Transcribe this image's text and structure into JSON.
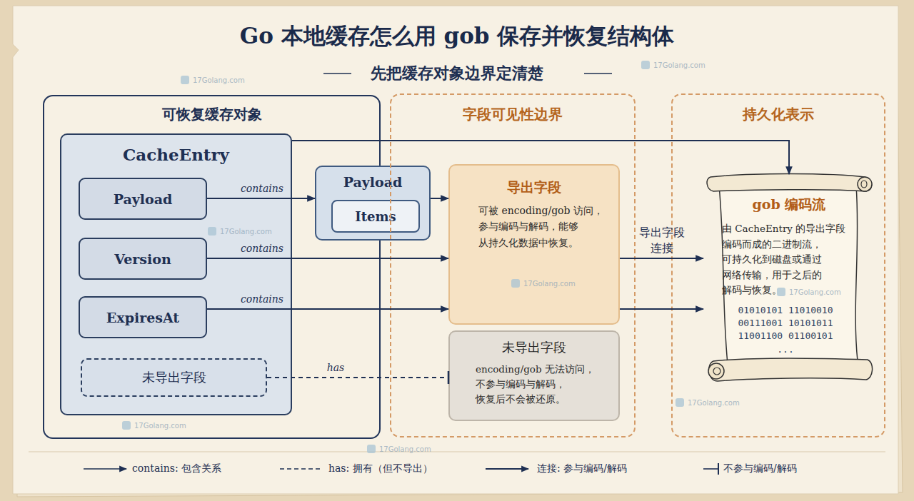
{
  "diagram": {
    "title": "Go 本地缓存怎么用 gob 保存并恢复结构体",
    "nodes": [
      {
        "text": [
          "可恢复缓存对象"
        ]
      },
      {
        "text": [
          "CacheEntry"
        ],
        "in": 0
      },
      {
        "text": [
          "Payload"
        ],
        "in": 1
      },
      {
        "text": [
          "Version"
        ],
        "in": 1
      },
      {
        "text": [
          "ExpiresAt"
        ],
        "in": 1
      },
      {
        "text": [
          "未导出字段"
        ],
        "in": 1
      },
      {
        "text": [
          "Payload"
        ],
        "in": 0
      },
      {
        "text": [
          "Items"
        ],
        "in": 6
      },
      {
        "text": [
          "字段可见性边界"
        ]
      },
      {
        "text": [
          "导出字段",
          "可被 encoding/gob 访问， 参与编码与解码，能够 从持久化数据中恢复。"
        ],
        "in": 8
      },
      {
        "text": [
          "未导出字段",
          "encoding/gob 无法访问， 不参与编码与解码， 恢复后不会被还原。"
        ],
        "in": 8
      },
      {
        "text": [
          "持久化表示"
        ]
      },
      {
        "text": [
          "gob 编码流",
          "由 CacheEntry 的导出字段 编码而成的二进制流， 可持久化到磁盘或通过 网络传输，用于之后的 解码与恢复。",
          "01010101 11010010 00111001 10101011 11001100 01100101 ..."
        ],
        "in": 11
      }
    ],
    "edges": [
      {
        "from": 2,
        "to": 6,
        "arrow": "to",
        "label": "contains"
      },
      {
        "from": 6,
        "to": 9,
        "arrow": "to"
      },
      {
        "from": 3,
        "to": 9,
        "arrow": "to",
        "label": "contains"
      },
      {
        "from": 4,
        "to": 9,
        "arrow": "to",
        "label": "contains"
      },
      {
        "from": 5,
        "to": 10,
        "arrow": "none",
        "label": "has"
      },
      {
        "from": 9,
        "to": 12,
        "arrow": "to",
        "label": "导出字段 连接"
      },
      {
        "from": 9,
        "to": 12,
        "arrow": "to"
      },
      {
        "from": 1,
        "to": 12,
        "arrow": "to"
      }
    ],
    "labels": [
      "先把缓存对象边界定清楚",
      "17Golang.com",
      "17Golang.com",
      "17Golang.com",
      "17Golang.com",
      "17Golang.com",
      "17Golang.com",
      "17Golang.com",
      "17Golang.com"
    ],
    "legend": [
      {
        "text": "contains: 包含关系"
      },
      {
        "text": "has: 拥有（但不导出）"
      },
      {
        "text": "连接: 参与编码/解码"
      },
      {
        "text": "不参与编码/解码"
      }
    ]
  }
}
